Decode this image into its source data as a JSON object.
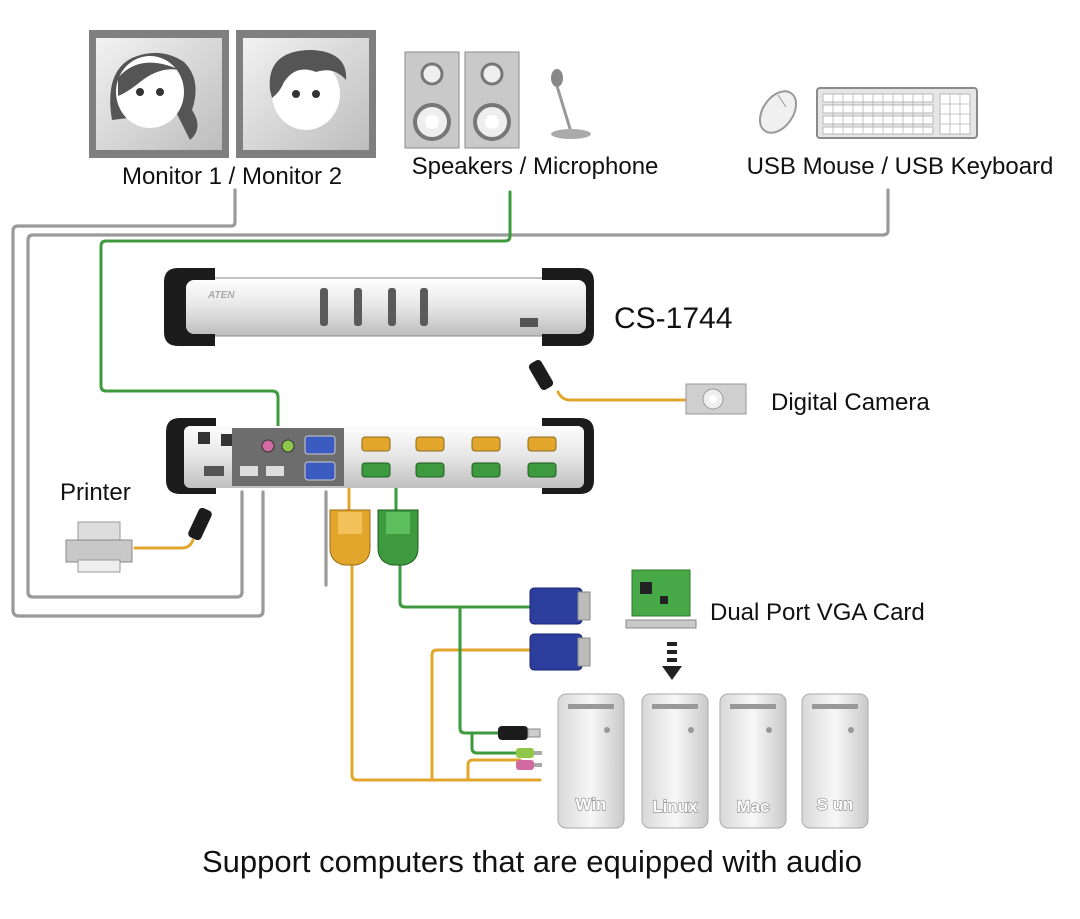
{
  "labels": {
    "monitors": "Monitor 1 / Monitor 2",
    "audio": "Speakers / Microphone",
    "usb_input": "USB Mouse / USB Keyboard",
    "model": "CS-1744",
    "camera": "Digital Camera",
    "printer": "Printer",
    "vga_card": "Dual Port VGA Card",
    "caption": "Support computers that are equipped with audio",
    "brand": "ATEN"
  },
  "computers": [
    {
      "os": "Win"
    },
    {
      "os": "Linux"
    },
    {
      "os": "Mac"
    },
    {
      "os": "S un"
    }
  ],
  "colors": {
    "gray_cable": "#9a9a9a",
    "green_cable": "#3e9a3e",
    "orange_cable": "#e3a62d",
    "vga_blue": "#2d3f9e",
    "device_black": "#1c1c1c"
  },
  "icons": {
    "monitor_1": "woman-face-monitor-icon",
    "monitor_2": "man-face-monitor-icon",
    "speaker": "speaker-icon",
    "microphone": "microphone-icon",
    "mouse": "mouse-icon",
    "keyboard": "keyboard-icon",
    "camera": "camera-icon",
    "printer": "printer-icon",
    "vga_card": "vga-card-icon"
  }
}
